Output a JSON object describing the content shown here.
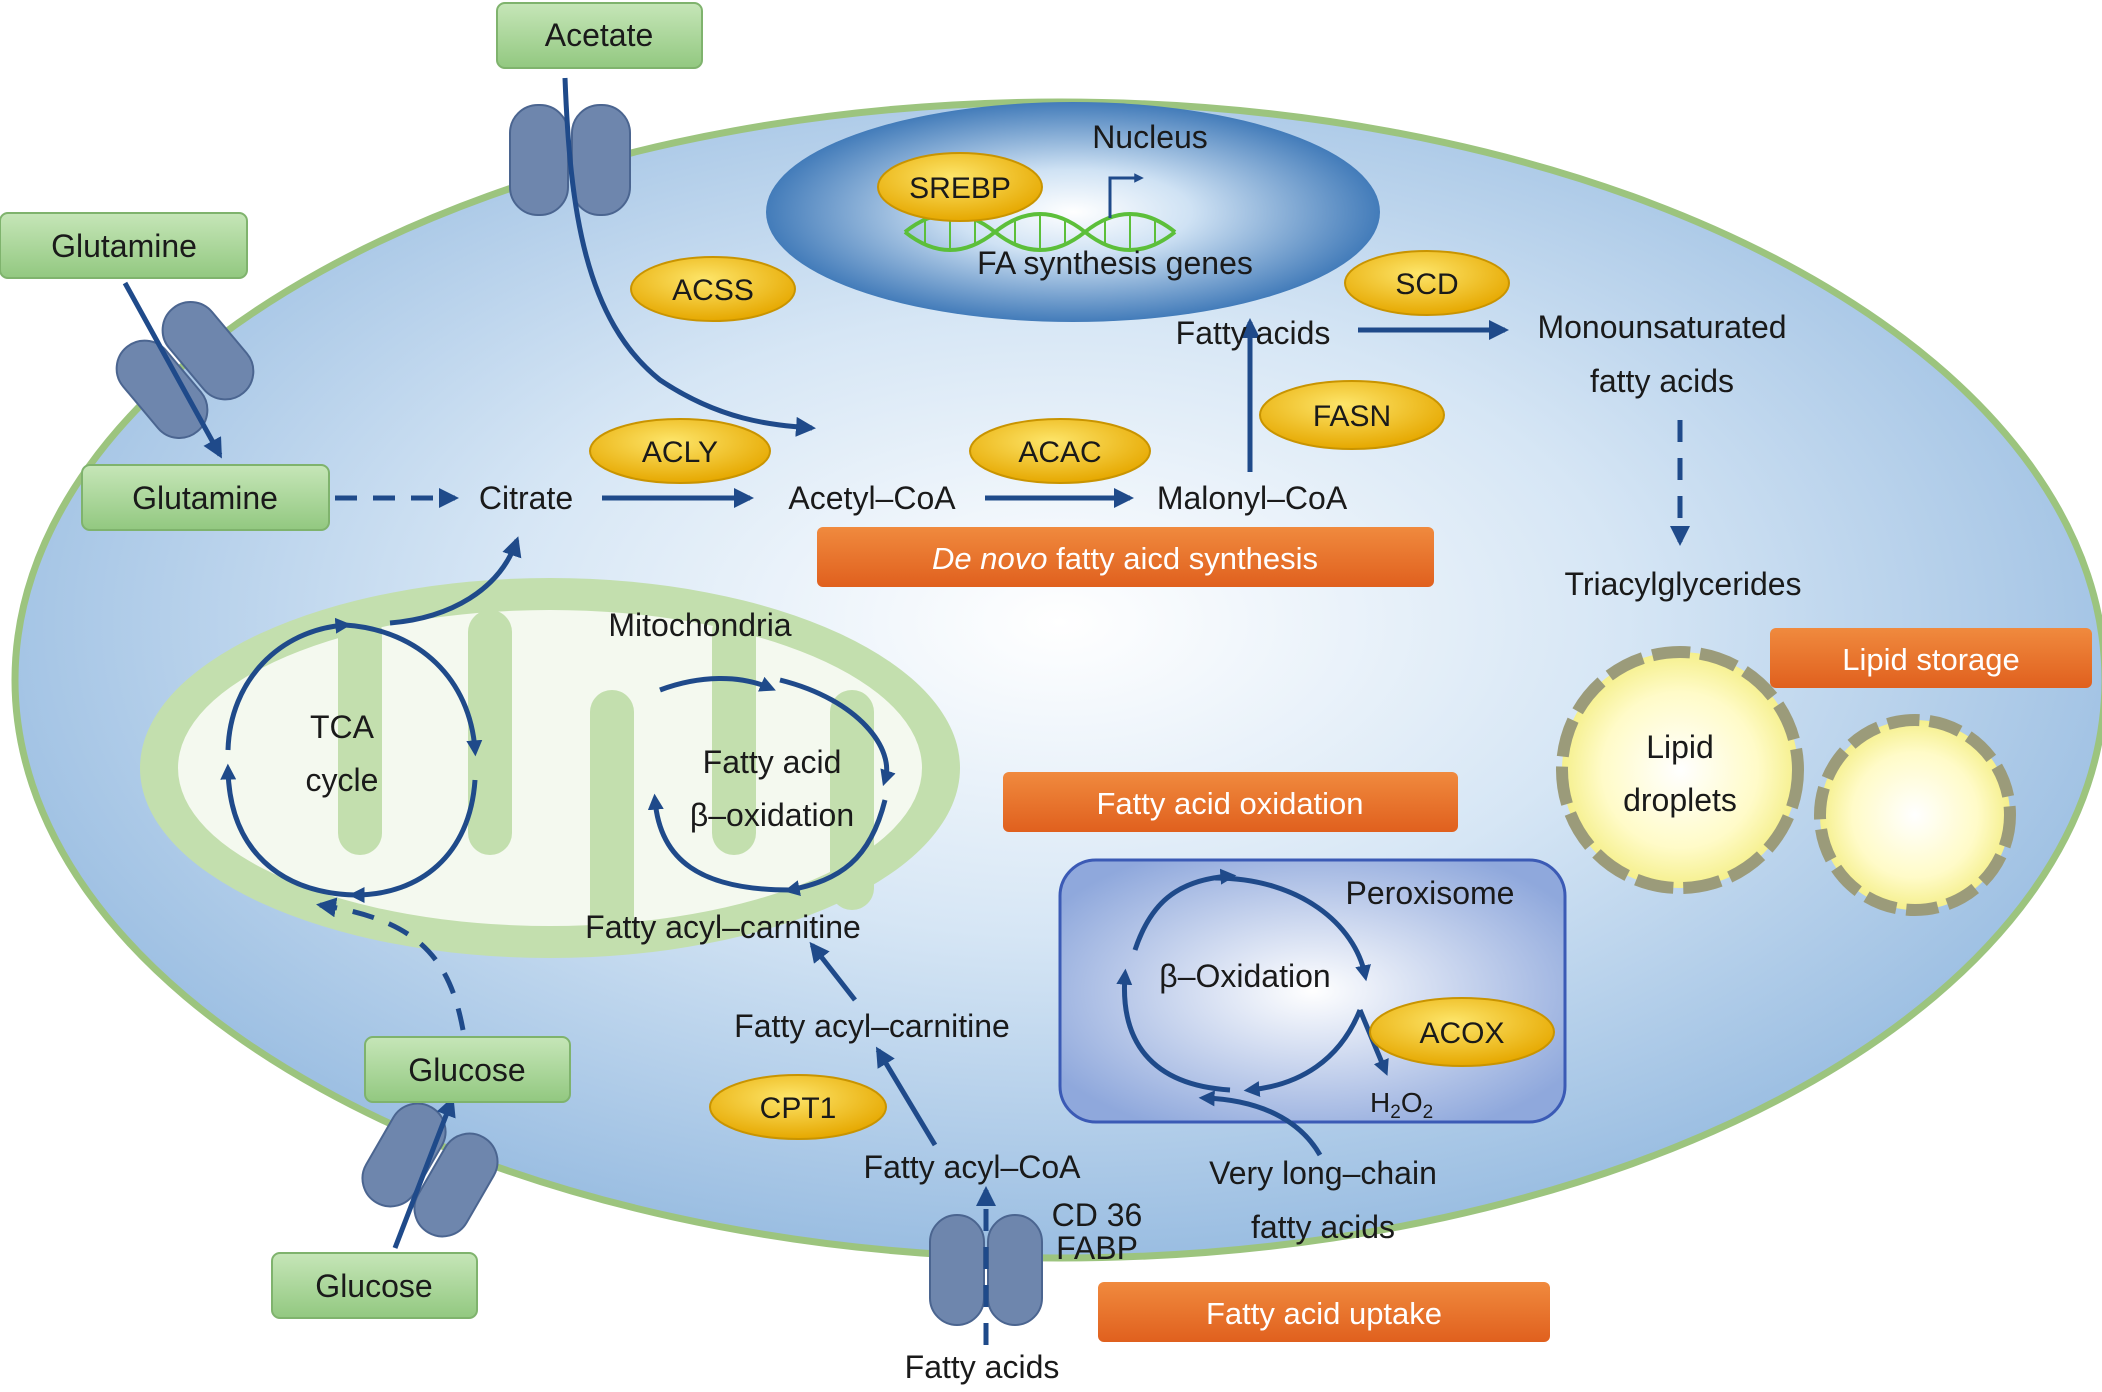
{
  "labels": {
    "acetate_out": "Acetate",
    "glutamine_out": "Glutamine",
    "glutamine_in": "Glutamine",
    "glucose_in": "Glucose",
    "glucose_out": "Glucose",
    "citrate": "Citrate",
    "acetyl_coa": "Acetyl–CoA",
    "malonyl_coa": "Malonyl–CoA",
    "fatty_acids_top": "Fatty acids",
    "monounsat_1": "Monounsaturated",
    "monounsat_2": "fatty acids",
    "triacylglycerides": "Triacylglycerides",
    "nucleus": "Nucleus",
    "fa_synthesis_genes": "FA synthesis genes",
    "mitochondria": "Mitochondria",
    "tca_1": "TCA",
    "tca_2": "cycle",
    "fa_beta_1": "Fatty acid",
    "fa_beta_2": "β–oxidation",
    "fatty_acyl_carnitine_in": "Fatty acyl–carnitine",
    "fatty_acyl_carnitine_out": "Fatty acyl–carnitine",
    "fatty_acyl_coa": "Fatty acyl–CoA",
    "fatty_acids_bottom": "Fatty acids",
    "cd36": "CD 36",
    "fabp": "FABP",
    "peroxisome": "Peroxisome",
    "beta_oxidation": "β–Oxidation",
    "h2o2_h": "H",
    "h2o2_sub1": "2",
    "h2o2_o": "O",
    "h2o2_sub2": "2",
    "vlc_1": "Very long–chain",
    "vlc_2": "fatty acids",
    "lipid_1": "Lipid",
    "lipid_2": "droplets"
  },
  "enzymes": {
    "srebp": "SREBP",
    "acss": "ACSS",
    "scd": "SCD",
    "fasn": "FASN",
    "acly": "ACLY",
    "acac": "ACAC",
    "acox": "ACOX",
    "cpt1": "CPT1"
  },
  "processes": {
    "de_novo_italic": "De novo",
    "de_novo_rest": " fatty aicd synthesis",
    "lipid_storage": "Lipid storage",
    "fa_oxidation": "Fatty acid oxidation",
    "fa_uptake": "Fatty acid uptake"
  },
  "colors": {
    "cell_fill": "#a8c8e8",
    "cell_border": "#9cc47e",
    "arrow": "#1f4a8a",
    "enzyme": "#f3be0e",
    "process": "#e8712a",
    "green_box": "#a7d59a",
    "transporter": "#6e86ad"
  }
}
